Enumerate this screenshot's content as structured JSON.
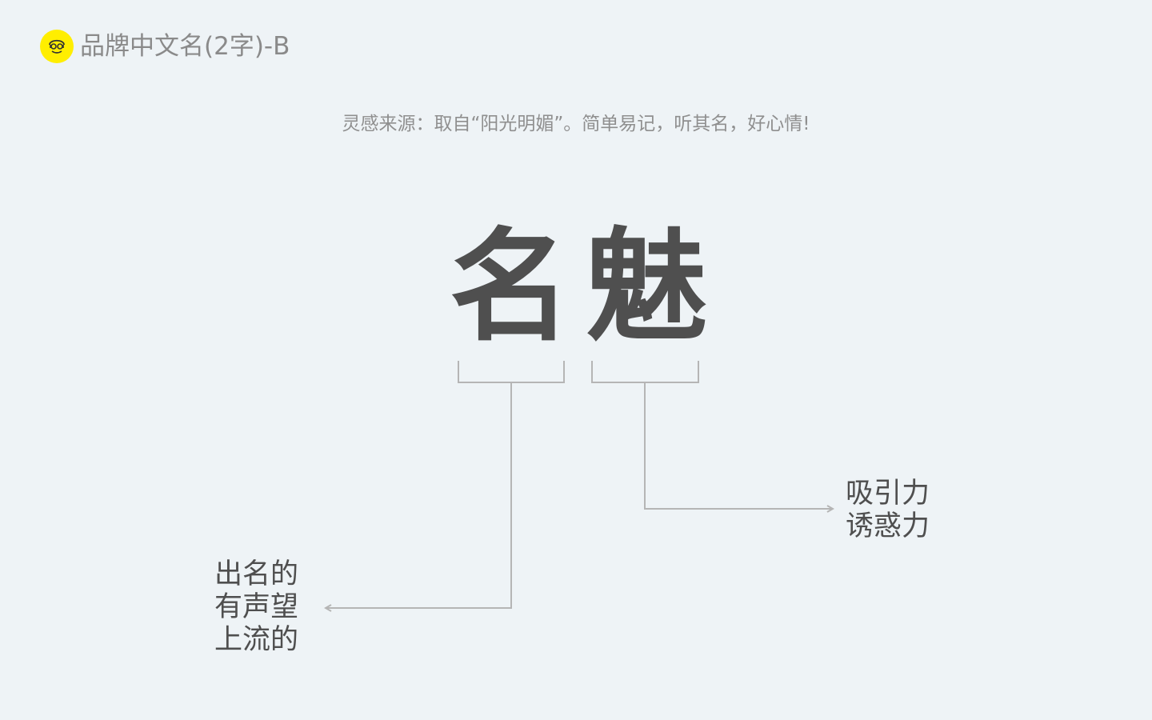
{
  "header": {
    "logo_icon": "face-icon",
    "title": "品牌中文名(2字)-B",
    "logo_color": "#ffee00"
  },
  "inspiration": "灵感来源：取自“阳光明媚”。简单易记，听其名，好心情!",
  "brand_name": {
    "char1": "名",
    "char2": "魅"
  },
  "meanings": {
    "left": [
      "出名的",
      "有声望",
      "上流的"
    ],
    "right": [
      "吸引力",
      "诱惑力"
    ]
  },
  "colors": {
    "background": "#eef3f6",
    "text_dark": "#4f4f4f",
    "text_gray": "#8f8f8f",
    "line": "#b5b5b5"
  }
}
